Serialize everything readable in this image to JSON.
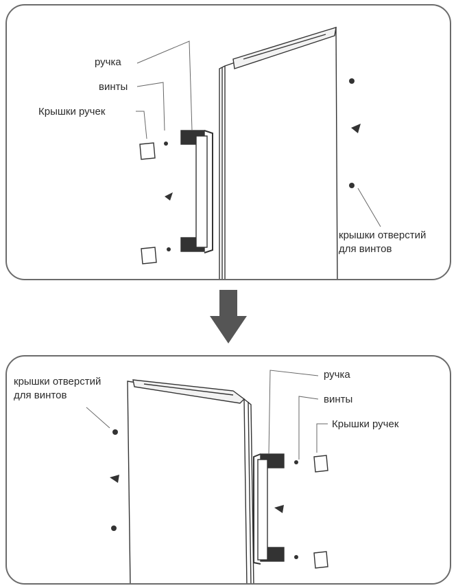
{
  "top": {
    "handle": "ручка",
    "screws": "винты",
    "handle_covers": "Крышки ручек",
    "hole_covers_line1": "крышки отверстий",
    "hole_covers_line2": "для винтов"
  },
  "bottom": {
    "hole_covers_line1": "крышки отверстий",
    "hole_covers_line2": "для винтов",
    "handle": "ручка",
    "screws": "винты",
    "handle_covers": "Крышки ручек"
  }
}
